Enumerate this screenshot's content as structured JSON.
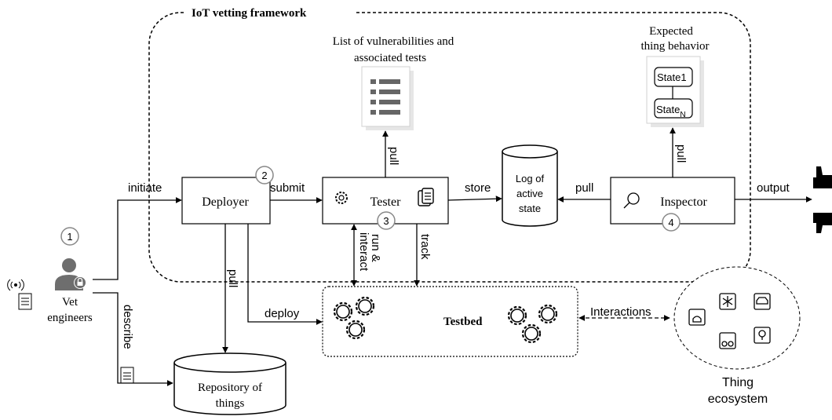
{
  "framework": {
    "title": "IoT vetting framework"
  },
  "vulnerabilities": {
    "line1": "List of vulnerabilities and",
    "line2": "associated tests"
  },
  "expected": {
    "line1": "Expected",
    "line2": "thing behavior",
    "state1": "State1",
    "stateN": "State",
    "stateN_sub": "N"
  },
  "log": {
    "line1": "Log of",
    "line2": "active",
    "line3": "state"
  },
  "boxes": {
    "deployer": "Deployer",
    "tester": "Tester",
    "inspector": "Inspector",
    "testbed": "Testbed"
  },
  "repository": {
    "line1": "Repository of",
    "line2": "things"
  },
  "actors": {
    "line1": "Vet",
    "line2": "engineers"
  },
  "ecosystem": {
    "line1": "Thing",
    "line2": "ecosystem"
  },
  "steps": {
    "s1": "1",
    "s2": "2",
    "s3": "3",
    "s4": "4"
  },
  "edges": {
    "initiate": "initiate",
    "submit": "submit",
    "store": "store",
    "pull_inspector": "pull",
    "output": "output",
    "pull_vuln": "pull",
    "pull_expected": "pull",
    "pull_repo": "pull",
    "run_interact_1": "run &",
    "run_interact_2": "interact",
    "track": "track",
    "deploy": "deploy",
    "describe": "describe",
    "interactions": "Interactions"
  }
}
